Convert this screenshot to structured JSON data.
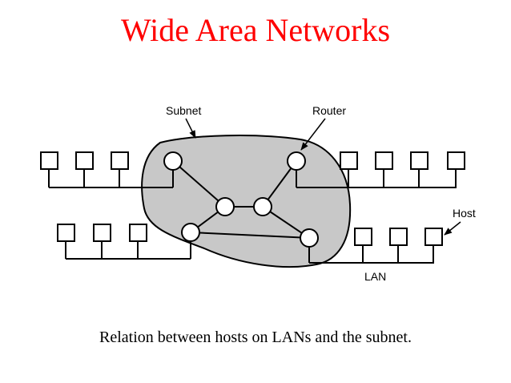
{
  "title": "Wide Area Networks",
  "caption": "Relation between hosts on LANs and the subnet.",
  "labels": {
    "subnet": "Subnet",
    "router": "Router",
    "host": "Host",
    "lan": "LAN"
  },
  "colors": {
    "title": "#ff0000",
    "subnet_fill": "#c8c8c8",
    "line": "#000000"
  }
}
